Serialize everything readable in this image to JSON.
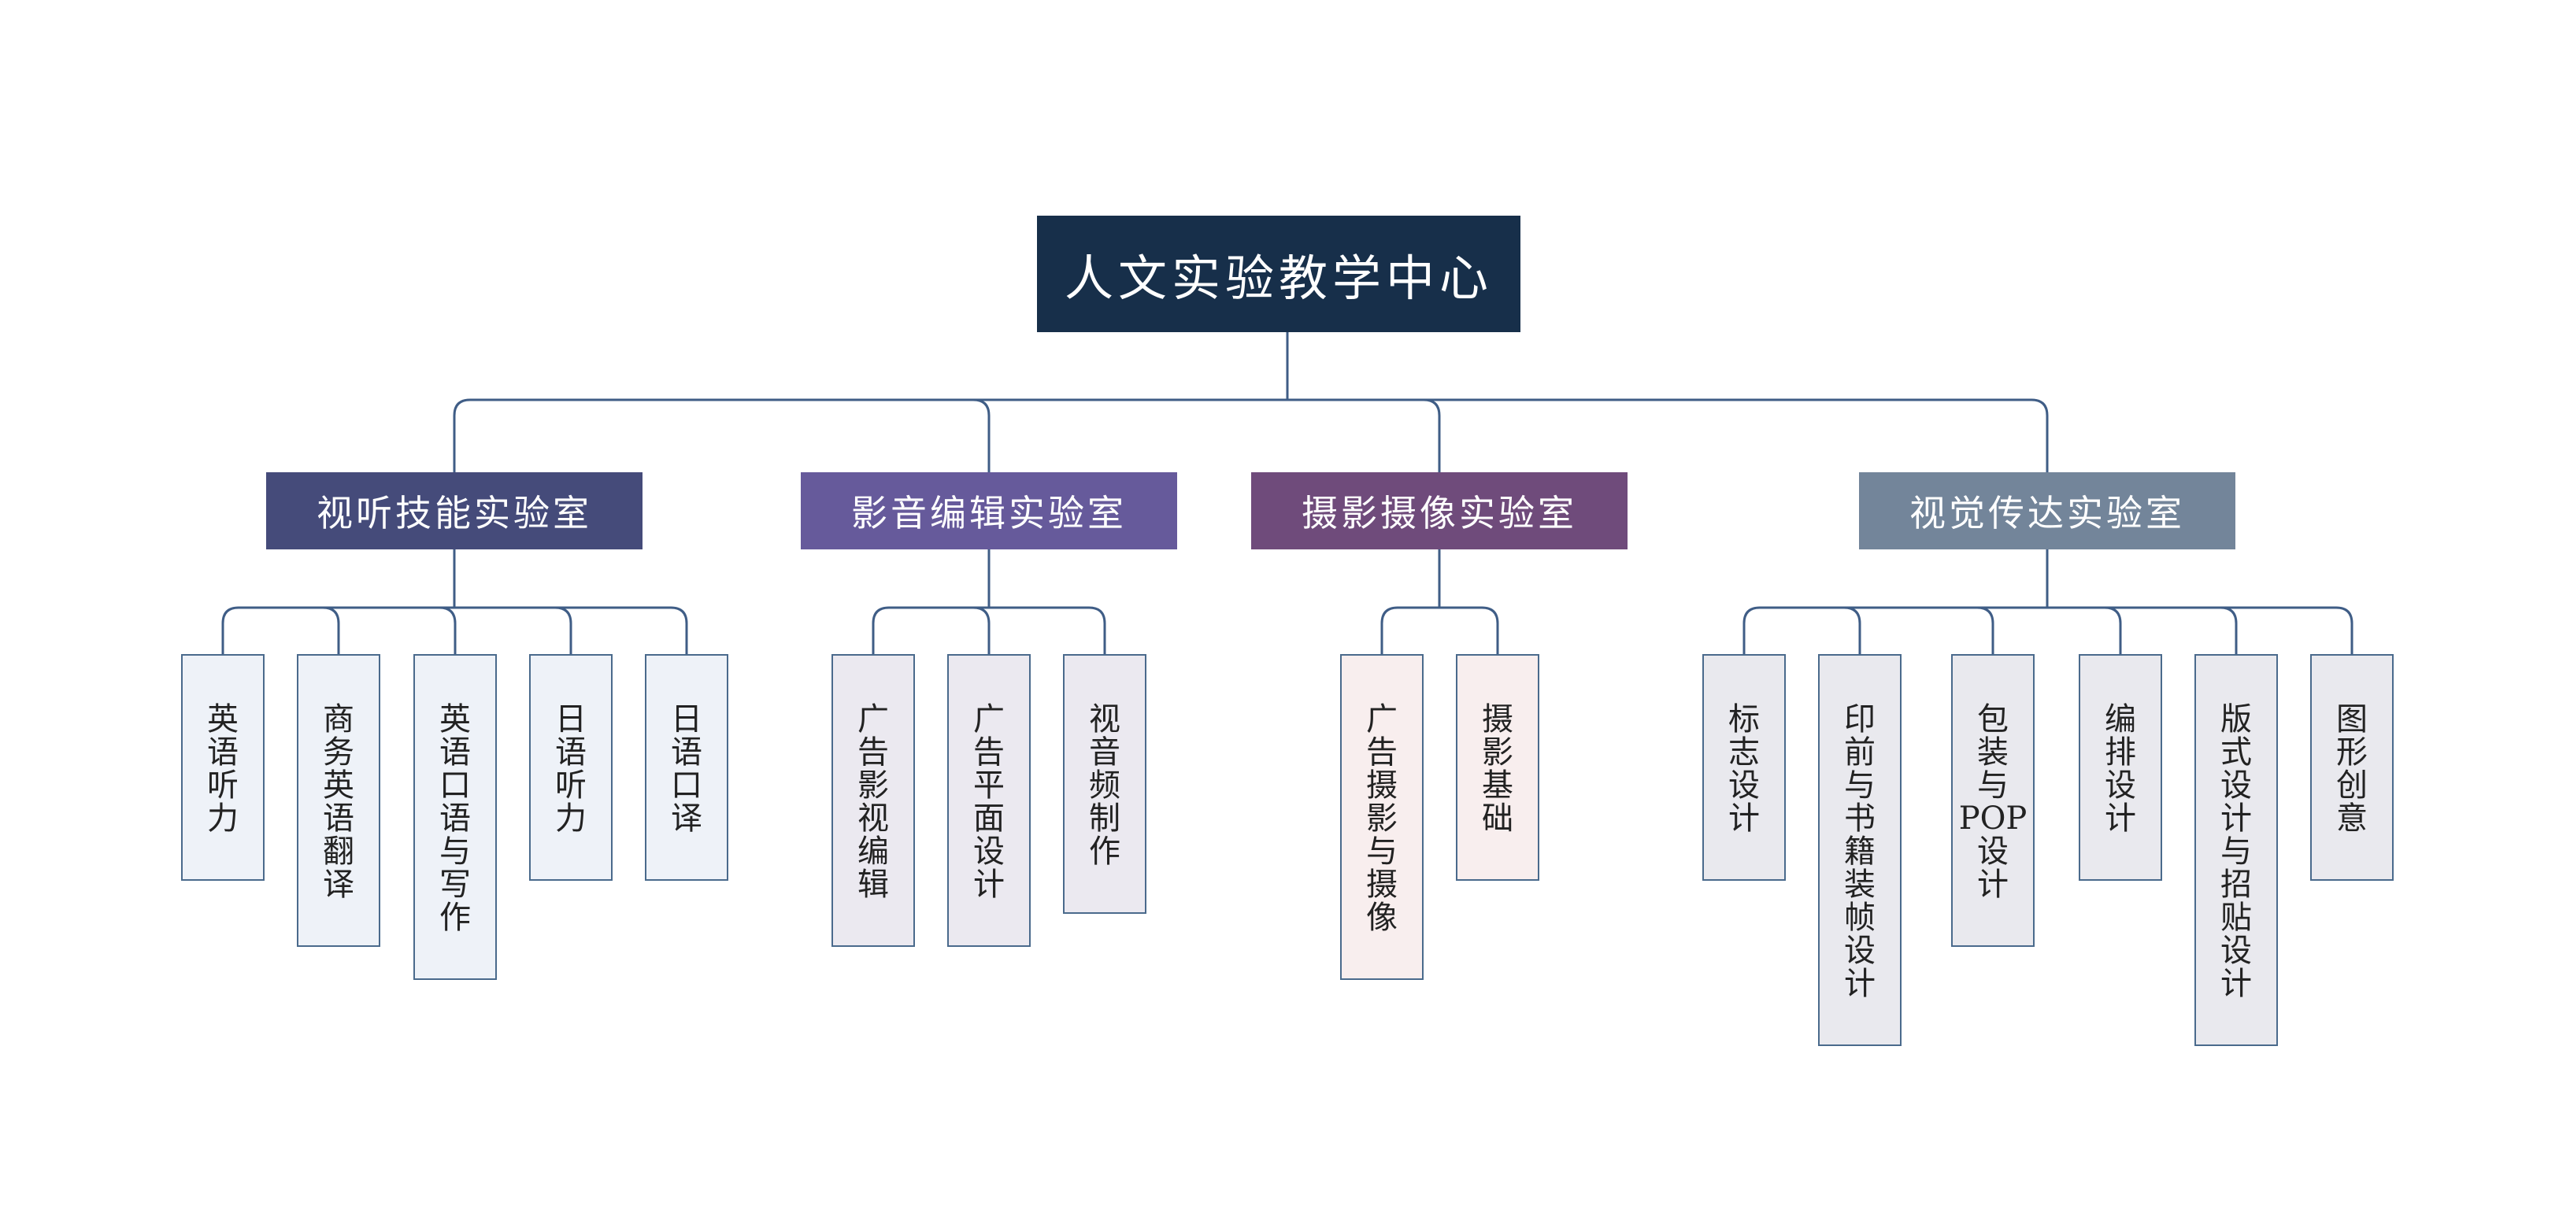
{
  "root": {
    "title": "人文实验教学中心"
  },
  "labs": [
    {
      "name": "视听技能实验室",
      "color": "#454b7a",
      "leafBg": "#eef2f8",
      "leaves": [
        "英语听力",
        "商务英语翻译",
        "英语口语与写作",
        "日语听力",
        "日语口译"
      ]
    },
    {
      "name": "影音编辑实验室",
      "color": "#665a9b",
      "leafBg": "#ebe9f0",
      "leaves": [
        "广告影视编辑",
        "广告平面设计",
        "视音频制作"
      ]
    },
    {
      "name": "摄影摄像实验室",
      "color": "#6f4b7b",
      "leafBg": "#f8eeee",
      "leaves": [
        "广告摄影与摄像",
        "摄影基础"
      ]
    },
    {
      "name": "视觉传达实验室",
      "color": "#73859a",
      "leafBg": "#e9e9ee",
      "leaves": [
        "标志设计",
        "印前与书籍装帧设计",
        "包装与POP设计",
        "编排设计",
        "版式设计与招贴设计",
        "图形创意"
      ]
    }
  ],
  "line_color": "#3f5d86"
}
